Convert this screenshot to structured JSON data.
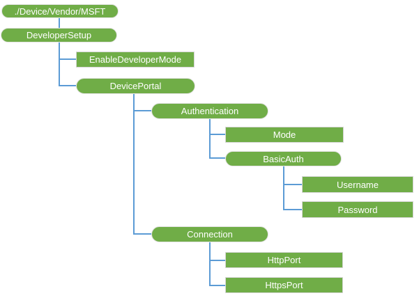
{
  "diagram": {
    "type": "tree-diagram",
    "description": "Configuration service provider node hierarchy",
    "colors": {
      "node_fill": "#70AD47",
      "node_text": "#FFFFFF",
      "node_border": "#D6D6D6",
      "connector": "#5B9BD5",
      "background": "#FFFFFF"
    },
    "nodes": [
      {
        "id": "root",
        "label": "./Device/Vendor/MSFT",
        "shape": "rounded",
        "parent": null
      },
      {
        "id": "developer-setup",
        "label": "DeveloperSetup",
        "shape": "rounded",
        "parent": "root"
      },
      {
        "id": "enable-developer-mode",
        "label": "EnableDeveloperMode",
        "shape": "rect",
        "parent": "developer-setup"
      },
      {
        "id": "device-portal",
        "label": "DevicePortal",
        "shape": "rounded",
        "parent": "developer-setup"
      },
      {
        "id": "authentication",
        "label": "Authentication",
        "shape": "rounded",
        "parent": "device-portal"
      },
      {
        "id": "mode",
        "label": "Mode",
        "shape": "rect",
        "parent": "authentication"
      },
      {
        "id": "basic-auth",
        "label": "BasicAuth",
        "shape": "rounded",
        "parent": "authentication"
      },
      {
        "id": "username",
        "label": "Username",
        "shape": "rect",
        "parent": "basic-auth"
      },
      {
        "id": "password",
        "label": "Password",
        "shape": "rect",
        "parent": "basic-auth"
      },
      {
        "id": "connection",
        "label": "Connection",
        "shape": "rounded",
        "parent": "device-portal"
      },
      {
        "id": "http-port",
        "label": "HttpPort",
        "shape": "rect",
        "parent": "connection"
      },
      {
        "id": "https-port",
        "label": "HttpsPort",
        "shape": "rect",
        "parent": "connection"
      }
    ]
  }
}
